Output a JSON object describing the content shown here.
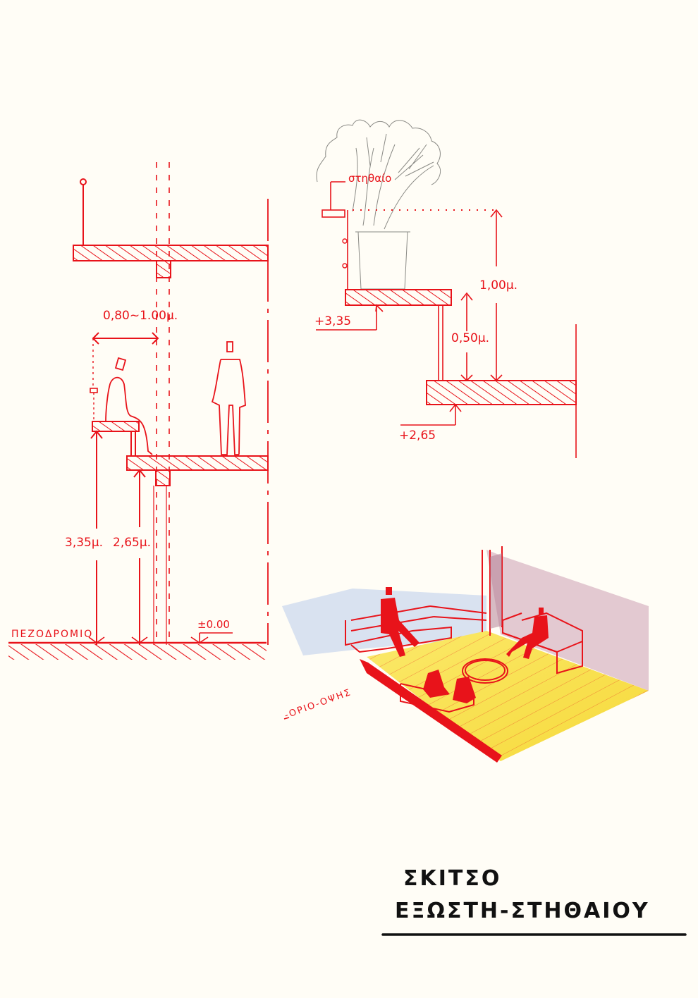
{
  "drawing": {
    "title_line1": "ΣΚΙΤΣΟ",
    "title_line2": "ΕΞΩΣΤΗ-ΣΤΗΘΑΙΟΥ",
    "colors": {
      "paper": "#fffdf6",
      "ink_red": "#e8131a",
      "ink_black": "#111111",
      "pencil_grey": "#8a8a85",
      "floor_yellow": "#f9e65a",
      "wall_blue": "#c9d6ee",
      "wall_mauve": "#d9b7c4"
    }
  },
  "section_left": {
    "dim_horizontal": "0,80~1.00μ.",
    "dim_vertical_1": "3,35μ.",
    "dim_vertical_2": "2,65μ.",
    "sidewalk_label": "ΠΕΖΟΔΡΟΜΙΟ",
    "level_zero": "±0.00"
  },
  "section_right": {
    "planter_label": "στηθαίο",
    "level_upper": "+3,35",
    "level_lower": "+2,65",
    "dim_total": "1,00μ.",
    "dim_step": "0,50μ."
  },
  "perspective": {
    "boundary_label": "-ΟΡΙΟ-ΟΨΗΣ"
  }
}
